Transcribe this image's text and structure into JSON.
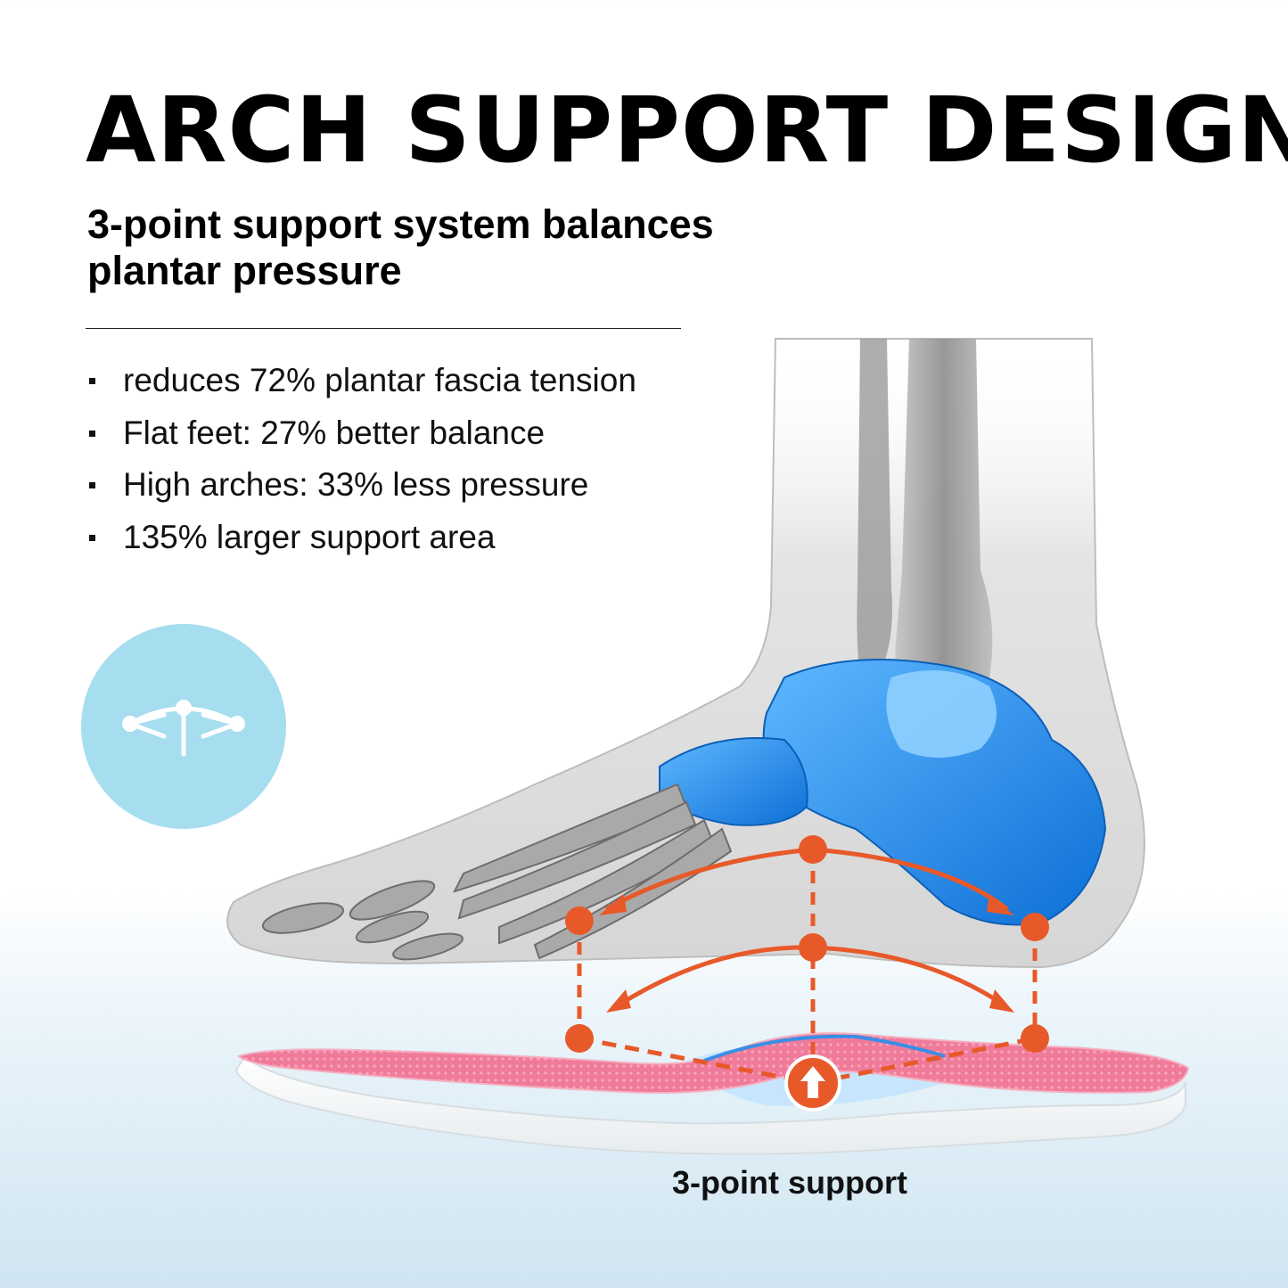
{
  "headline": "ARCH SUPPORT DESIGN",
  "subheadline": "3-point support system balances plantar pressure",
  "features": [
    "reduces 72% plantar fascia tension",
    "Flat feet: 27% better balance",
    "High arches: 33% less pressure",
    "135% larger support area"
  ],
  "badge_icon": "arch-support-icon",
  "diagram_caption": "3-point support",
  "colors": {
    "accent_orange": "#e8592a",
    "bone_blue": "#1e88e5",
    "insole_pink": "#f07a9a",
    "badge_blue": "#a6def0"
  }
}
